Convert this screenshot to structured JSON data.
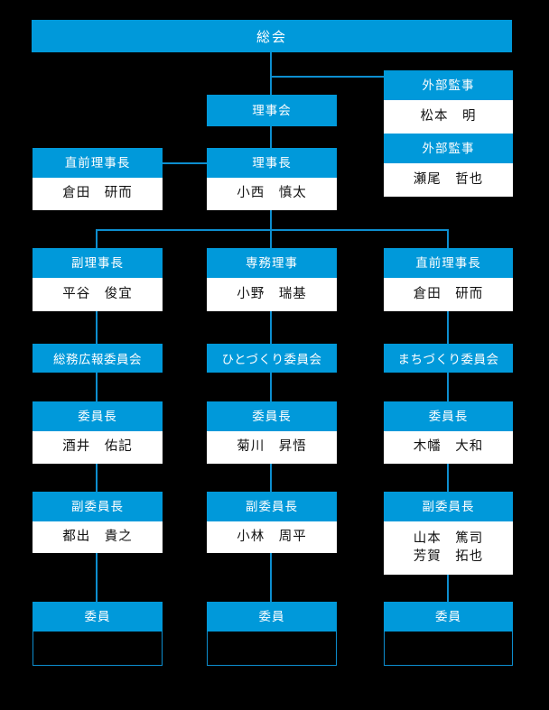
{
  "theme": {
    "background": "#000000",
    "accent": "#0099da",
    "line": "#0d8ecf",
    "header_text": "#ffffff",
    "name_text": "#111111",
    "name_bg": "#ffffff"
  },
  "assembly": {
    "title": "総会"
  },
  "board": {
    "title": "理事会"
  },
  "auditors": [
    {
      "role": "外部監事",
      "name": "松本　明"
    },
    {
      "role": "外部監事",
      "name": "瀬尾　哲也"
    }
  ],
  "immediate_past_left": {
    "role": "直前理事長",
    "name": "倉田　研而"
  },
  "president": {
    "role": "理事長",
    "name": "小西　慎太"
  },
  "officers": [
    {
      "role": "副理事長",
      "name": "平谷　俊宜"
    },
    {
      "role": "専務理事",
      "name": "小野　瑞基"
    },
    {
      "role": "直前理事長",
      "name": "倉田　研而"
    }
  ],
  "committees": [
    {
      "name": "総務広報委員会"
    },
    {
      "name": "ひとづくり委員会"
    },
    {
      "name": "まちづくり委員会"
    }
  ],
  "chairs": [
    {
      "role": "委員長",
      "name": "酒井　佑記"
    },
    {
      "role": "委員長",
      "name": "菊川　昇悟"
    },
    {
      "role": "委員長",
      "name": "木幡　大和"
    }
  ],
  "vice_chairs": [
    {
      "role": "副委員長",
      "names": [
        "都出　貴之"
      ]
    },
    {
      "role": "副委員長",
      "names": [
        "小林　周平"
      ]
    },
    {
      "role": "副委員長",
      "names": [
        "山本　篤司",
        "芳賀　拓也"
      ]
    }
  ],
  "members": [
    {
      "role": "委員",
      "name": ""
    },
    {
      "role": "委員",
      "name": ""
    },
    {
      "role": "委員",
      "name": ""
    }
  ]
}
